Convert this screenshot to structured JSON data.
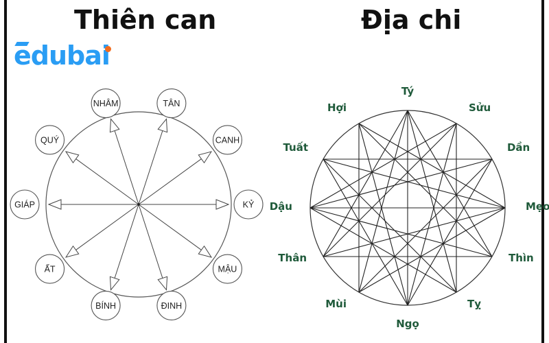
{
  "titles": {
    "left": "Thiên can",
    "right": "Địa chi"
  },
  "logo": {
    "text": "edubai"
  },
  "thien_can": [
    "NHÂM",
    "TÂN",
    "CANH",
    "KỶ",
    "MẬU",
    "ĐINH",
    "BÍNH",
    "ẤT",
    "GIÁP",
    "QUÝ"
  ],
  "dia_chi": [
    "Tý",
    "Sửu",
    "Dần",
    "Mẹo",
    "Thìn",
    "Tỵ",
    "Ngọ",
    "Mùi",
    "Thân",
    "Dậu",
    "Tuất",
    "Hợi"
  ],
  "colors": {
    "dia_chi_label": "#1f5a3a",
    "line": "#222222",
    "logo": "#2a9df4",
    "logo_dot": "#f26b1d"
  }
}
